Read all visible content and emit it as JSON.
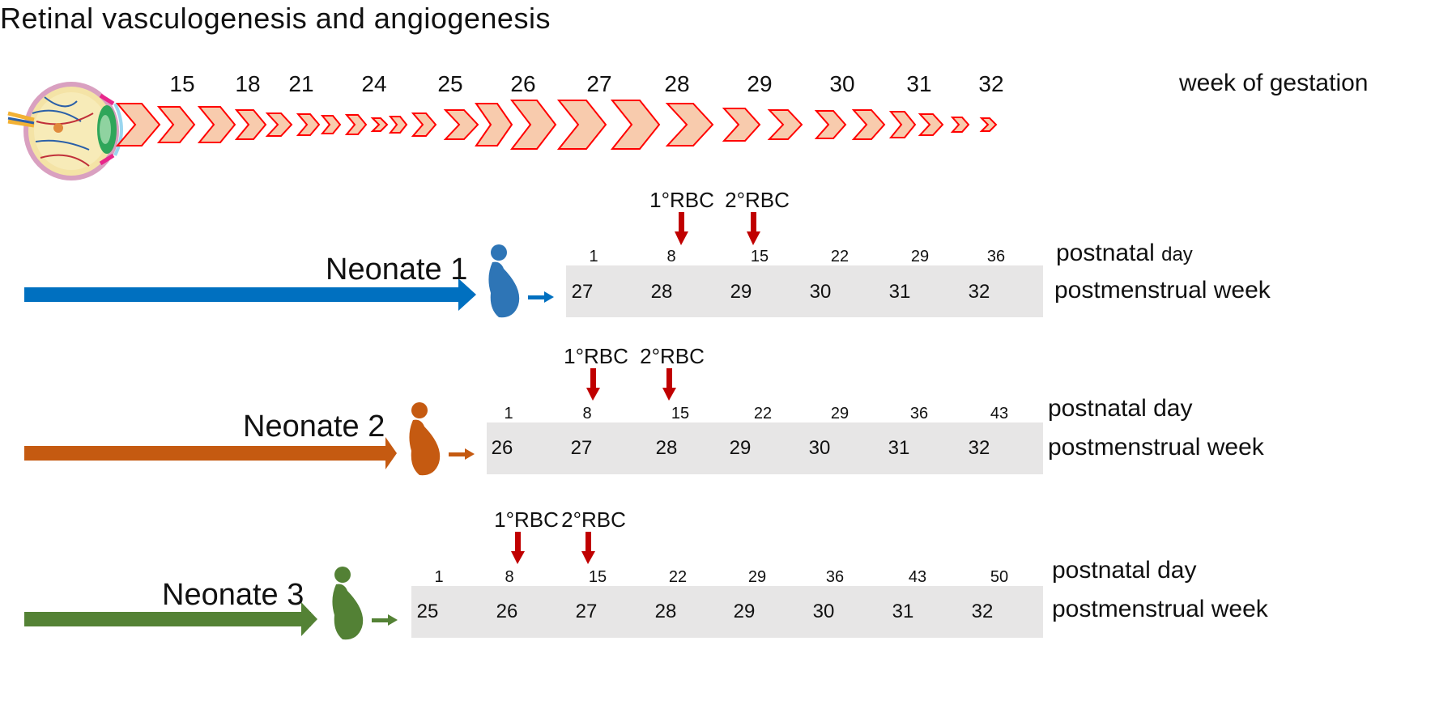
{
  "title": "Retinal vasculogenesis and angiogenesis",
  "gestation": {
    "weeks": [
      "15",
      "18",
      "21",
      "24",
      "25",
      "26",
      "27",
      "28",
      "29",
      "30",
      "31",
      "32"
    ],
    "label": "week of gestation"
  },
  "colors": {
    "chevron_fill": "#f8cbad",
    "chevron_stroke": "#ff0000",
    "rbc_arrow": "#c00000",
    "timeline_box": "#e7e6e6",
    "neonate1": "#0070c0",
    "neonate2": "#c55a11",
    "neonate3": "#548235",
    "silhouette1": "#2e75b6",
    "silhouette2": "#c55a11",
    "silhouette3": "#538135"
  },
  "icons": [
    "eye-illustration",
    "pregnant-woman-icon"
  ],
  "neonates": [
    {
      "label": "Neonate 1",
      "rbc": [
        "1°RBC",
        "2°RBC"
      ],
      "postnatal_days": [
        "1",
        "8",
        "15",
        "22",
        "29",
        "36"
      ],
      "postmenstrual_weeks": [
        "27",
        "28",
        "29",
        "30",
        "31",
        "32"
      ],
      "postnatal_label_main": "postnatal",
      "postnatal_label_small": "day",
      "postmenstrual_label": "postmenstrual week"
    },
    {
      "label": "Neonate 2",
      "rbc": [
        "1°RBC",
        "2°RBC"
      ],
      "postnatal_days": [
        "1",
        "8",
        "15",
        "22",
        "29",
        "36",
        "43"
      ],
      "postmenstrual_weeks": [
        "26",
        "27",
        "28",
        "29",
        "30",
        "31",
        "32"
      ],
      "postnatal_label": "postnatal day",
      "postmenstrual_label": "postmenstrual week"
    },
    {
      "label": "Neonate 3",
      "rbc": [
        "1°RBC",
        "2°RBC"
      ],
      "postnatal_days": [
        "1",
        "8",
        "15",
        "22",
        "29",
        "36",
        "43",
        "50"
      ],
      "postmenstrual_weeks": [
        "25",
        "26",
        "27",
        "28",
        "29",
        "30",
        "31",
        "32"
      ],
      "postnatal_label": "postnatal day",
      "postmenstrual_label": "postmenstrual week"
    }
  ]
}
